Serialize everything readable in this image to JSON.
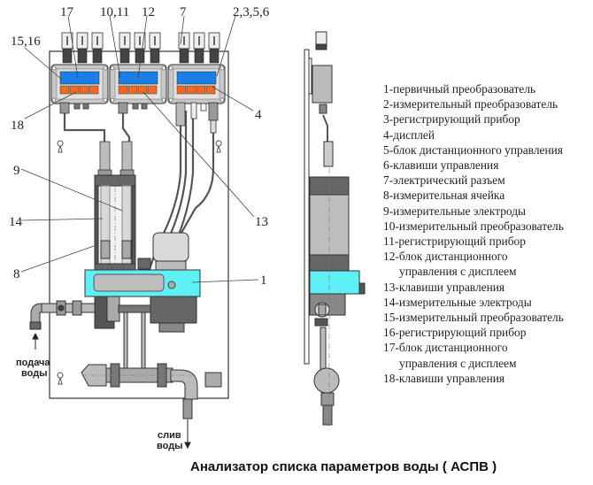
{
  "caption": "Анализатор списка параметров воды ( АСПВ )",
  "callouts": {
    "c17": "17",
    "c1011": "10,11",
    "c12": "12",
    "c7": "7",
    "c2356": "2,3,5,6",
    "c1516": "15,16",
    "c18": "18",
    "c4": "4",
    "c9": "9",
    "c14": "14",
    "c13": "13",
    "c8": "8",
    "c1": "1"
  },
  "flow_labels": {
    "inlet_line1": "подача",
    "inlet_line2": "воды",
    "outlet_line1": "слив",
    "outlet_line2": "воды"
  },
  "legend": [
    {
      "text": "1-первичный преобразователь"
    },
    {
      "text": "2-измерительный преобразователь"
    },
    {
      "text": "3-регистрирующий прибор"
    },
    {
      "text": "4-дисплей"
    },
    {
      "text": "5-блок дистанционного управления"
    },
    {
      "text": "6-клавиши управления"
    },
    {
      "text": "7-электрический разъем"
    },
    {
      "text": "8-измерительная ячейка"
    },
    {
      "text": "9-измерительные электроды"
    },
    {
      "text": "10-измерительный преобразователь"
    },
    {
      "text": "11-регистрирующий прибор"
    },
    {
      "text": "12-блок дистанционного",
      "cont": "управления с дисплеем"
    },
    {
      "text": "13-клавиши управления"
    },
    {
      "text": "14-измерительные электроды"
    },
    {
      "text": "15-измерительный преобразователь"
    },
    {
      "text": "16-регистрирующий прибор"
    },
    {
      "text": "17-блок дистанционного",
      "cont": "управления с дисплеем"
    },
    {
      "text": "18-клавиши управления"
    }
  ],
  "colors": {
    "display": "#1a7fe8",
    "keys": "#f26a22",
    "primary_converter": "#5ff0f6",
    "panel_gray": "#c8c8c8",
    "dark_gray": "#6e6e6e"
  }
}
